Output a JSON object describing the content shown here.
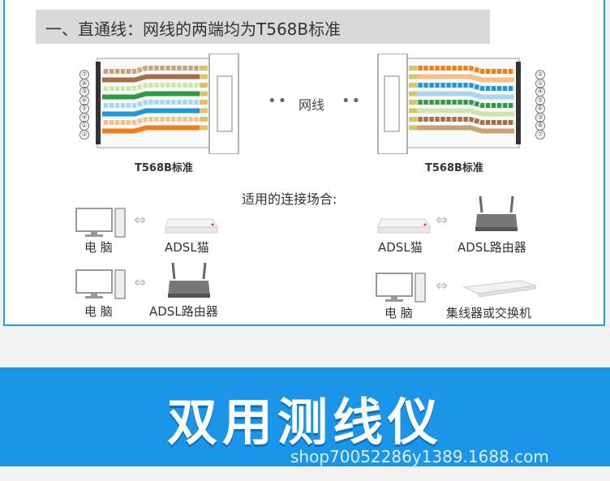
{
  "header": {
    "title": "一、直通线：网线的两端均为T568B标准"
  },
  "left_connector": {
    "label": "T568B标准",
    "pin_numbers": [
      "⑦",
      "⑧",
      "③",
      "⑥",
      "⑤",
      "④",
      "①",
      "②"
    ],
    "wires": [
      "#c9a27a",
      "#a27048",
      "#cfe5b0",
      "#2f9a45",
      "#a9d6ef",
      "#2196d8",
      "#f2c28a",
      "#f07f1a"
    ]
  },
  "right_connector": {
    "label": "T568B标准",
    "pin_numbers": [
      "②",
      "①",
      "④",
      "⑤",
      "⑥",
      "③",
      "⑧",
      "⑦"
    ],
    "wires": [
      "#f07f1a",
      "#f2c28a",
      "#2196d8",
      "#a9d6ef",
      "#2f9a45",
      "#cfe5b0",
      "#a27048",
      "#c9a27a"
    ]
  },
  "middle": {
    "cable_label": "网线",
    "dots": "••"
  },
  "usage": {
    "title": "适用的连接场合:",
    "left_rows": [
      {
        "a": "电 脑",
        "b": "ADSL猫"
      },
      {
        "a": "电 脑",
        "b": "ADSL路由器"
      }
    ],
    "right_rows": [
      {
        "a": "ADSL猫",
        "b": "ADSL路由器"
      },
      {
        "a": "电 脑",
        "b": "集线器或交换机"
      }
    ],
    "arrow": "⇔"
  },
  "banner": {
    "title": "双用测线仪",
    "watermark": "shop70052286y1389.1688.com",
    "color": "#1a95e8"
  }
}
